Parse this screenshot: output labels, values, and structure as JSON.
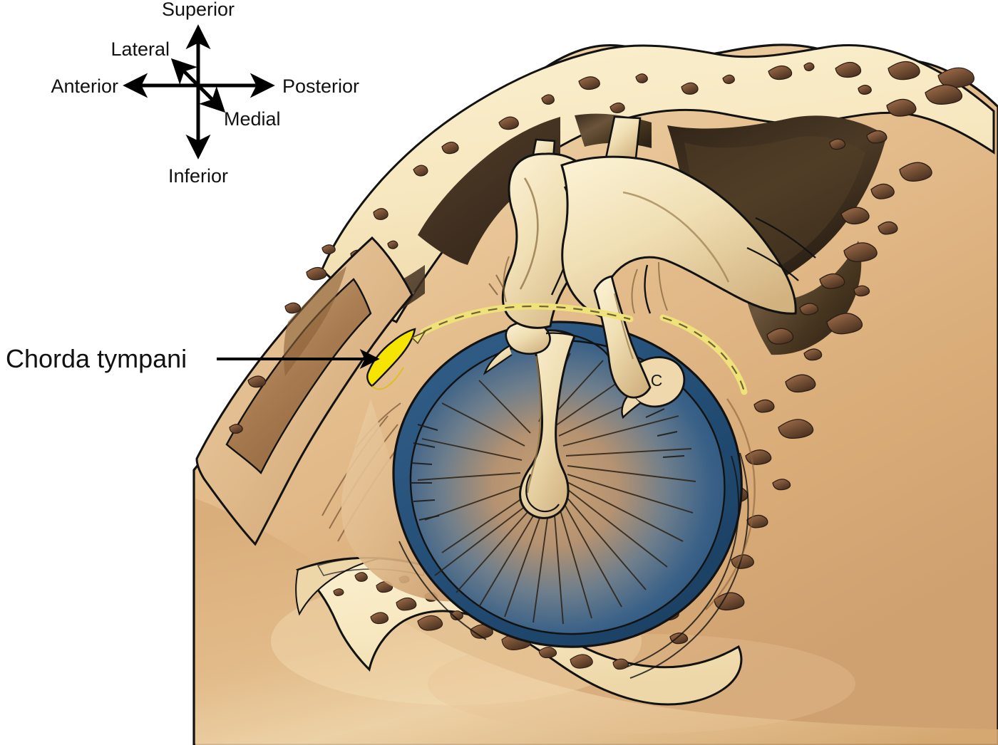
{
  "figure": {
    "domain_note": "anatomical illustration of the middle ear viewed through the external auditory canal",
    "background_color": "#ffffff"
  },
  "orientation_compass": {
    "name": "orientation-compass",
    "axes": [
      {
        "id": "superior",
        "label": "Superior",
        "direction": "up"
      },
      {
        "id": "inferior",
        "label": "Inferior",
        "direction": "down"
      },
      {
        "id": "anterior",
        "label": "Anterior",
        "direction": "left"
      },
      {
        "id": "posterior",
        "label": "Posterior",
        "direction": "right"
      },
      {
        "id": "lateral",
        "label": "Lateral",
        "direction": "up-left-diagonal"
      },
      {
        "id": "medial",
        "label": "Medial",
        "direction": "down-right-diagonal"
      }
    ],
    "stroke_color": "#000000"
  },
  "callouts": [
    {
      "id": "chorda-tympani",
      "label": "Chorda tympani",
      "leader": "arrow pointing right toward yellow nerve",
      "target_color": "#F5E400"
    }
  ],
  "markers": [
    {
      "id": "c-marker",
      "label": "C"
    }
  ],
  "palette": {
    "bone_pale": "#F7E7BF",
    "bone_mid": "#E9C99A",
    "canal_skin": "#E0B98A",
    "canal_skin_dark": "#C99A6B",
    "cavity_dark": "#463423",
    "cavity_mid": "#6A533A",
    "air_cell": "#7A5438",
    "air_cell_light": "#A9714F",
    "ossicle": "#F0DFB4",
    "ossicle_shadow": "#C9A877",
    "membrane_blue": "#2D5C87",
    "membrane_blue_dark": "#1C4668",
    "membrane_center": "#C8A275",
    "nerve_yellow": "#F5E400",
    "nerve_yellow_dashed": "#EFE27A",
    "outline": "#121212"
  },
  "structures": [
    {
      "id": "tegmen-bone-band",
      "name": "tegmen bone band with air cells"
    },
    {
      "id": "mastoid-air-cells",
      "name": "mastoid air cells"
    },
    {
      "id": "epitympanum-cavity",
      "name": "epitympanic cavity"
    },
    {
      "id": "malleus-head",
      "name": "malleus head"
    },
    {
      "id": "incus-body",
      "name": "incus body"
    },
    {
      "id": "incus-long-process",
      "name": "incus long process"
    },
    {
      "id": "malleus-handle",
      "name": "malleus handle"
    },
    {
      "id": "umbo",
      "name": "umbo"
    },
    {
      "id": "lateral-process",
      "name": "lateral process of malleus"
    },
    {
      "id": "tympanic-membrane",
      "name": "tympanic membrane"
    },
    {
      "id": "tympanic-annulus",
      "name": "tympanic annulus"
    },
    {
      "id": "anterior-canal-wall",
      "name": "anterior bony canal wall"
    },
    {
      "id": "inferior-canal-wall",
      "name": "inferior bony canal wall"
    },
    {
      "id": "chorda-tympani-nerve",
      "name": "chorda tympani nerve"
    },
    {
      "id": "chorda-tympani-course",
      "name": "chorda tympani course (dashed)"
    }
  ]
}
